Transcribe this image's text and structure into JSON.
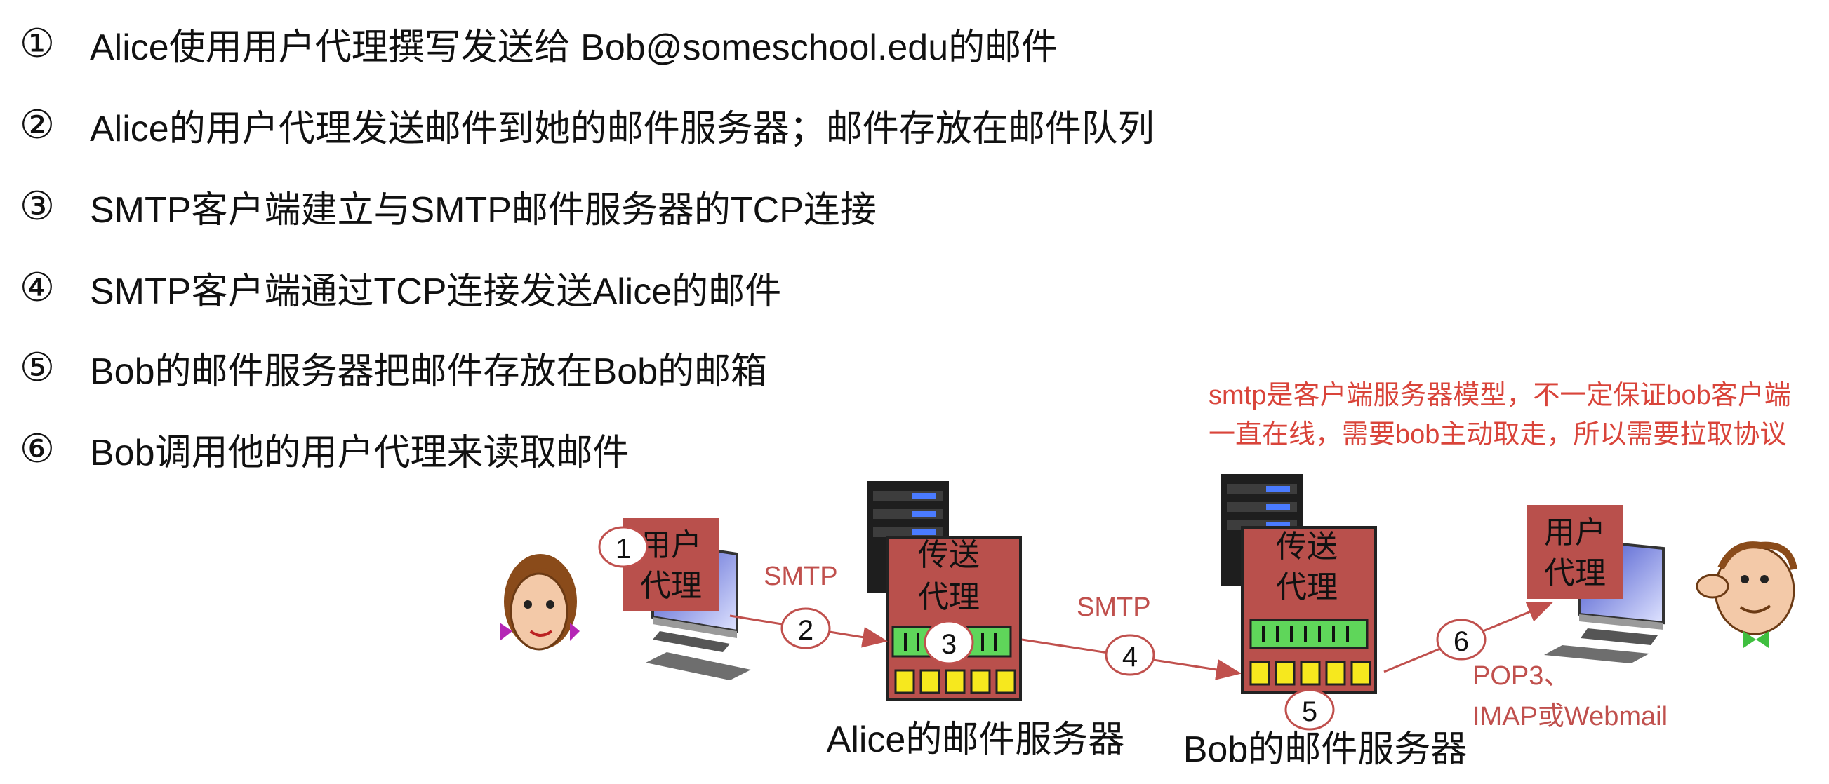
{
  "steps": [
    {
      "num": "①",
      "text": "Alice使用用户代理撰写发送给 Bob@someschool.edu的邮件"
    },
    {
      "num": "②",
      "text": "Alice的用户代理发送邮件到她的邮件服务器；邮件存放在邮件队列"
    },
    {
      "num": "③",
      "text": "SMTP客户端建立与SMTP邮件服务器的TCP连接"
    },
    {
      "num": "④",
      "text": "SMTP客户端通过TCP连接发送Alice的邮件"
    },
    {
      "num": "⑤",
      "text": "Bob的邮件服务器把邮件存放在Bob的邮箱"
    },
    {
      "num": "⑥",
      "text": "Bob调用他的用户代理来读取邮件"
    }
  ],
  "note": {
    "line1": "smtp是客户端服务器模型，不一定保证bob客户端",
    "line2": "一直在线，需要bob主动取走，所以需要拉取协议"
  },
  "diagram": {
    "alice_agent_line1": "用户",
    "alice_agent_line2": "代理",
    "bob_agent_line1": "用户",
    "bob_agent_line2": "代理",
    "transfer_line1": "传送",
    "transfer_line2": "代理",
    "alice_server_label": "Alice的邮件服务器",
    "bob_server_label": "Bob的邮件服务器",
    "smtp_label_1": "SMTP",
    "smtp_label_2": "SMTP",
    "pop_label_line1": "POP3、",
    "pop_label_line2": "IMAP或Webmail",
    "markers": [
      "1",
      "2",
      "3",
      "4",
      "5",
      "6"
    ]
  },
  "colors": {
    "box_fill": "#b9504c",
    "box_stroke": "#222222",
    "queue_green": "#5fd65a",
    "mailbox_yellow": "#f6e81e",
    "label_red": "#c0504d",
    "arrow": "#c0504d"
  }
}
